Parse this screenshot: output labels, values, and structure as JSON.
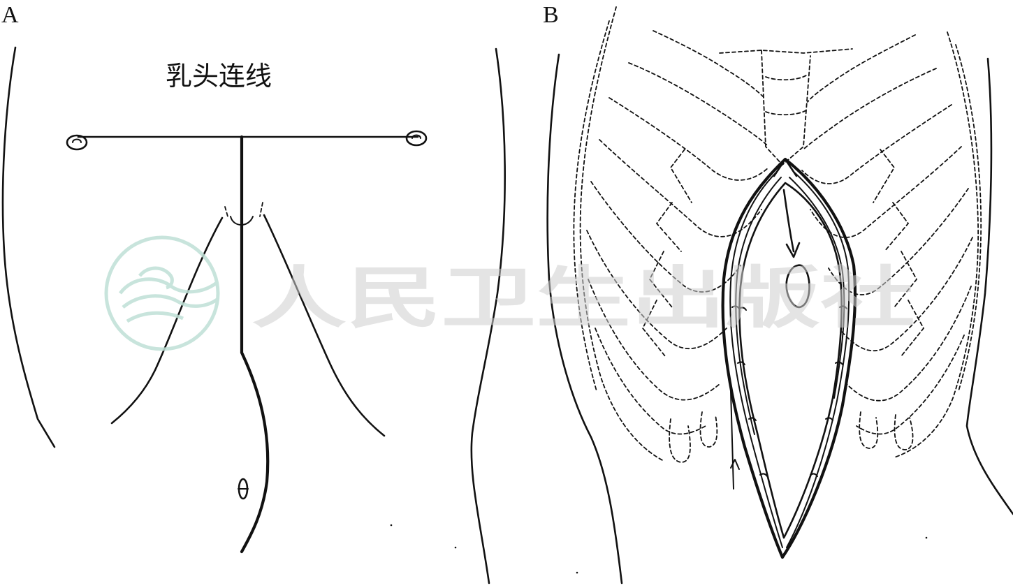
{
  "panels": [
    {
      "letter": "A",
      "caption": "乳头连线"
    },
    {
      "letter": "B"
    }
  ],
  "watermark": {
    "text": "人民卫生出版社",
    "color": "#bfe0d6"
  }
}
